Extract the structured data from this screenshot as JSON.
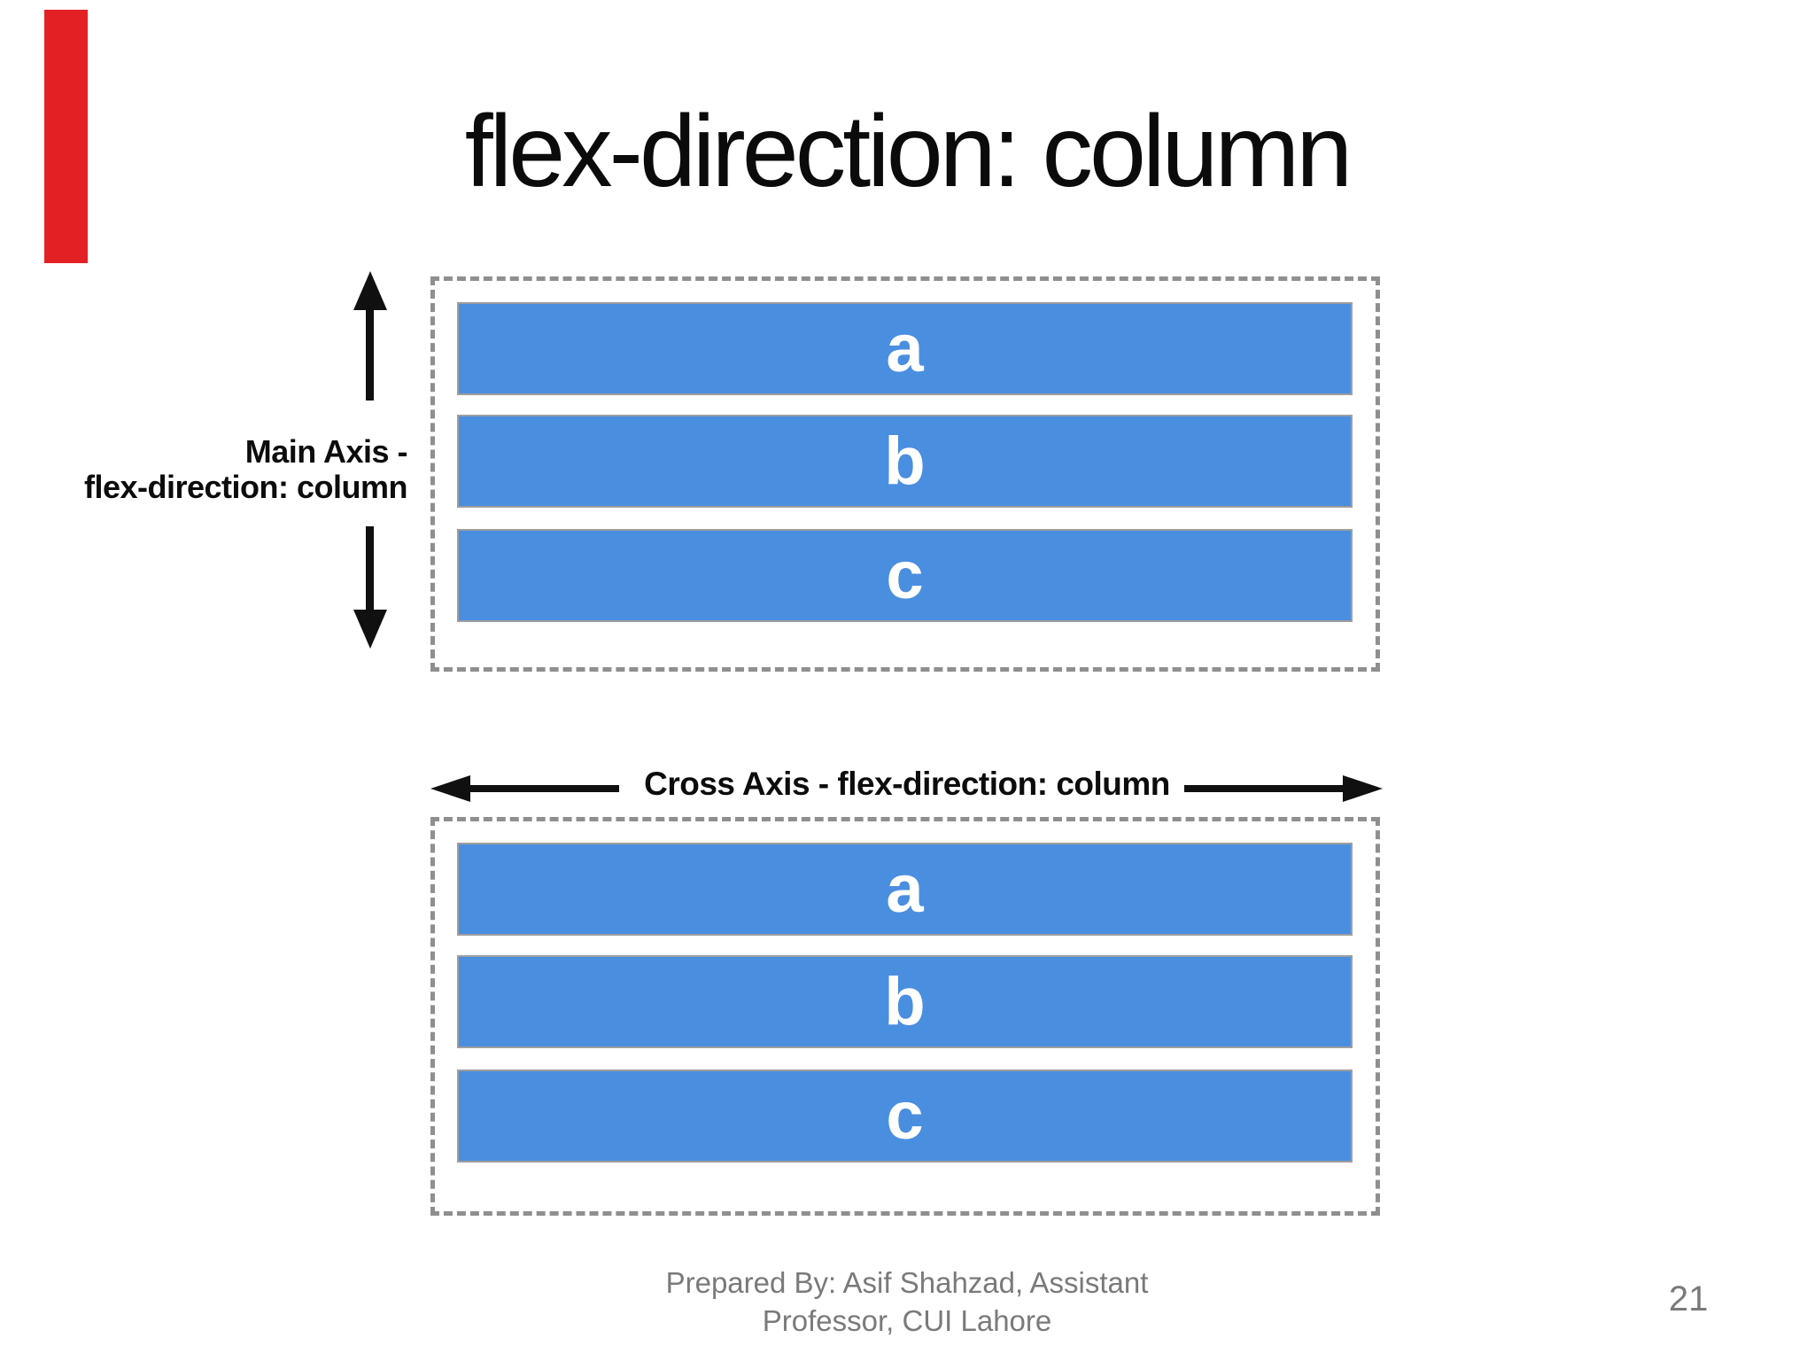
{
  "slide": {
    "title": "flex-direction: column",
    "footer": {
      "line1": "Prepared By: Asif Shahzad, Assistant",
      "line2": "Professor, CUI Lahore"
    },
    "page_number": "21"
  },
  "diagram_main_axis": {
    "label_line1": "Main Axis -",
    "label_line2": "flex-direction: column",
    "items": [
      "a",
      "b",
      "c"
    ]
  },
  "diagram_cross_axis": {
    "label": "Cross Axis - flex-direction: column",
    "items": [
      "a",
      "b",
      "c"
    ]
  },
  "icons": {
    "main_axis": "vertical-double-arrow",
    "cross_axis": "horizontal-double-arrow"
  },
  "colors": {
    "item-blue": "#4a8ee0",
    "accent-red": "#e32024",
    "dash-gray": "#8f8f8f",
    "bar-border-gray": "#9e9e9e",
    "footer-gray": "#7a7a7a"
  }
}
